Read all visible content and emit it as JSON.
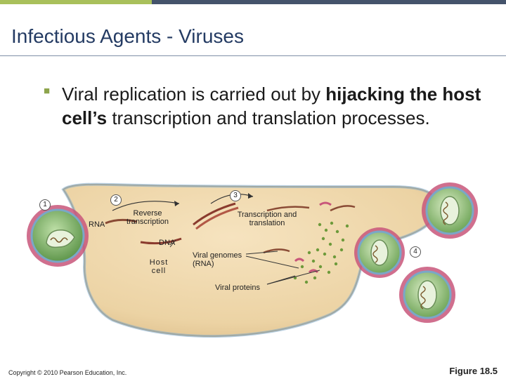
{
  "slide": {
    "title": "Infectious Agents - Viruses",
    "bullet": {
      "text_before": "Viral replication is carried out by ",
      "bold1": "hijacking the host cell’s",
      "text_after": " transcription and translation processes."
    }
  },
  "diagram": {
    "steps": [
      "1",
      "2",
      "3",
      "4"
    ],
    "labels": {
      "rna": "RNA",
      "reverse_transcription_1": "Reverse",
      "reverse_transcription_2": "transcription",
      "transcription_translation_1": "Transcription and",
      "transcription_translation_2": "translation",
      "dna": "DNA",
      "host_cell_1": "Host",
      "host_cell_2": "cell",
      "viral_genomes_1": "Viral genomes",
      "viral_genomes_2": "(RNA)",
      "viral_proteins": "Viral proteins"
    }
  },
  "footer": {
    "copyright": "Copyright © 2010 Pearson Education, Inc.",
    "figure": "Figure 18.5"
  }
}
